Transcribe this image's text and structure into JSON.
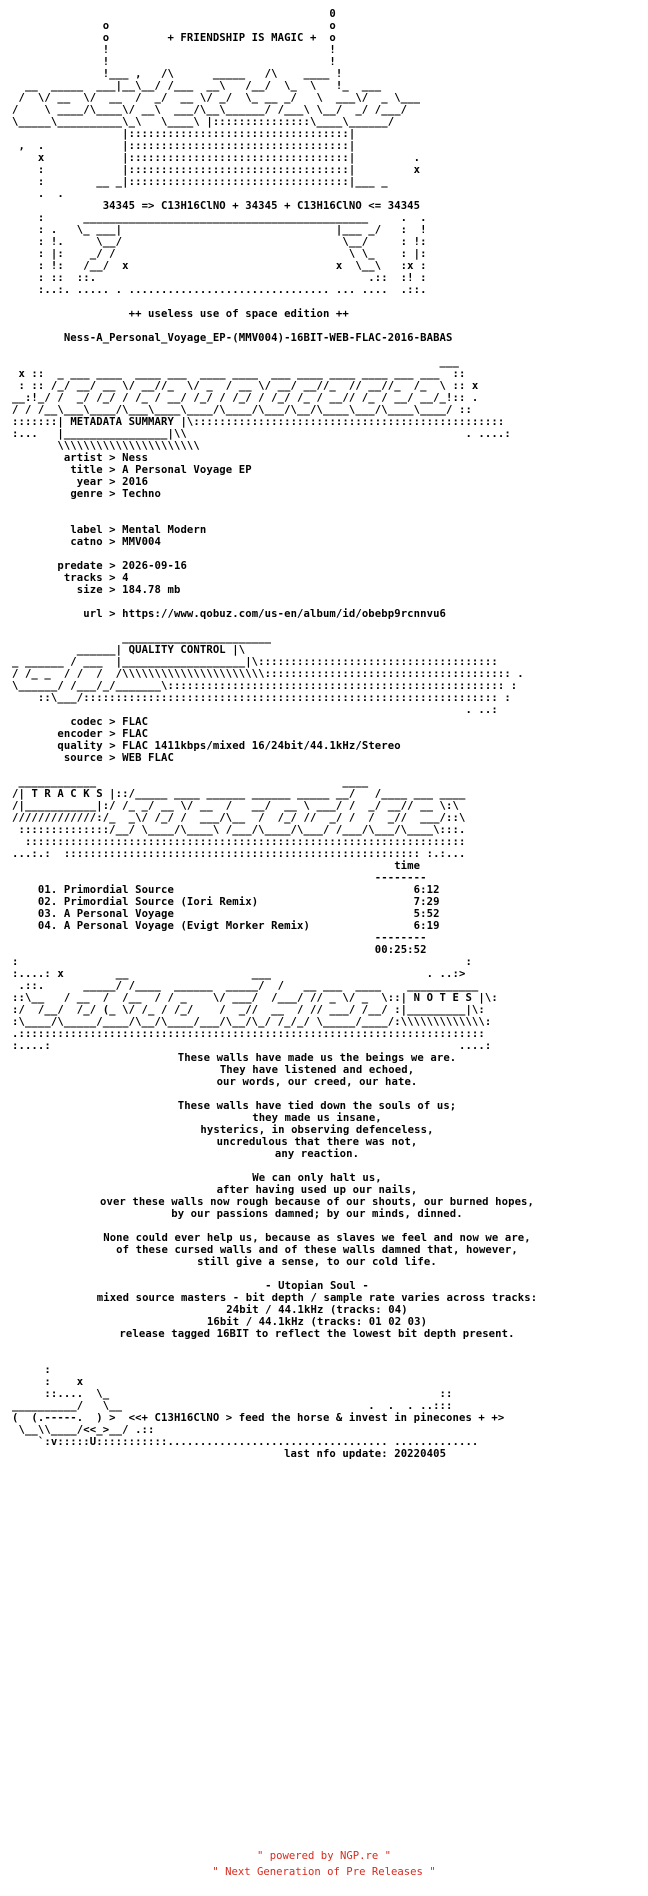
{
  "header": {
    "banner_top": "                                                 0\n              o                                  o\n              o         + FRIENDSHIP IS MAGIC +  o\n              !                                  !\n              !                                  !\n",
    "logo_art": "              !___ ,   /\\      _____   /\\    ____ !\n  __  _____  ___|__\\__/ /___  __\\   /__/  \\_  \\   !_  ___\n /  \\/ __  \\/  __  /  _/  __ \\/ _/  \\_ __ _/   \\  ___\\/  _ \\___\n/    \\ ____/\\____\\/ __\\  ___/\\__\\______/ /___\\ \\__/  _/ /___/\n\\_____\\__________\\_\\   \\____\\ |:::::::::::::::\\____\\______/\n                 |::::::::::::::::::::::::::::::::::|\n ,  .            |::::::::::::::::::::::::::::::::::|\n    x            |::::::::::::::::::::::::::::::::::|         .\n    :            |::::::::::::::::::::::::::::::::::|         x\n    :        __ _|::::::::::::::::::::::::::::::::::|___ _\n    .  .\n",
    "formula": "34345 => C13H16ClNO + 34345 + C13H16ClNO <= 34345",
    "arch_art": "    :      ____________________________________________     .  .\n    : .   \\_ ___|                                 |___ _/   :  !\n    : !.     \\__/                                  \\__/     : !:\n    : |:    _/ /                                    \\ \\_    : |:\n    : !:   /__/  x                                x  \\__\\   :x :\n    : ::  ::.                                          .::  :! :\n    :..:. ..... . ............................... ... ....  .::.\n",
    "edition": "++ useless use of space edition ++",
    "release_name": "Ness-A_Personal_Voyage_EP-(MMV004)-16BIT-WEB-FLAC-2016-BABAS"
  },
  "sections": {
    "metadata_title": "METADATA SUMMARY",
    "quality_title": "QUALITY CONTROL",
    "tracks_title": "T R A C K S",
    "notes_title": "N O T E S"
  },
  "metadata": {
    "artist_label": "artist",
    "artist": "Ness",
    "title_label": "title",
    "title": "A Personal Voyage EP",
    "year_label": "year",
    "year": "2016",
    "genre_label": "genre",
    "genre": "Techno",
    "label_label": "label",
    "label": "Mental Modern",
    "catno_label": "catno",
    "catno": "MMV004",
    "predate_label": "predate",
    "predate": "2026-09-16",
    "tracks_label": "tracks",
    "tracks": "4",
    "size_label": "size",
    "size": "184.78 mb",
    "url_label": "url",
    "url": "https://www.qobuz.com/us-en/album/id/obebp9rcnnvu6"
  },
  "quality": {
    "codec_label": "codec",
    "codec": "FLAC",
    "encoder_label": "encoder",
    "encoder": "FLAC",
    "quality_label": "quality",
    "quality": "FLAC 1411kbps/mixed 16/24bit/44.1kHz/Stereo",
    "source_label": "source",
    "source": "WEB FLAC"
  },
  "tracklist": {
    "time_header": "time",
    "items": [
      {
        "num": "01.",
        "title": "Primordial Source",
        "time": "6:12"
      },
      {
        "num": "02.",
        "title": "Primordial Source (Iori Remix)",
        "time": "7:29"
      },
      {
        "num": "03.",
        "title": "A Personal Voyage",
        "time": "5:52"
      },
      {
        "num": "04.",
        "title": "A Personal Voyage (Evigt Morker Remix)",
        "time": "6:19"
      }
    ],
    "total": "00:25:52"
  },
  "notes": {
    "poem": [
      "These walls have made us the beings we are.",
      "They have listened and echoed,",
      "our words, our creed, our hate.",
      "",
      "These walls have tied down the souls of us;",
      "they made us insane,",
      "hysterics, in observing defenceless,",
      "uncredulous that there was not,",
      "any reaction.",
      "",
      "We can only halt us,",
      "after having used up our nails,",
      "over these walls now rough because of our shouts, our burned hopes,",
      "by our passions damned; by our minds, dinned.",
      "",
      "None could ever help us, because as slaves we feel and now we are,",
      "of these cursed walls and of these walls damned that, however,",
      "still give a sense, to our cold life.",
      "",
      "- Utopian Soul -"
    ],
    "source_note": [
      "mixed source masters - bit depth / sample rate varies across tracks:",
      "24bit / 44.1kHz (tracks: 04)",
      "16bit / 44.1kHz (tracks: 01 02 03)",
      "release tagged 16BIT to reflect the lowest bit depth present."
    ]
  },
  "closing": {
    "tagline": "C13H16ClNO > feed the horse & invest in pinecones +",
    "last_update_label": "last nfo update:",
    "last_update": "20220405"
  },
  "footer": {
    "powered": "\" powered by NGP.re \"",
    "ngp": "\" Next Generation of Pre Releases \""
  },
  "colors": {
    "text": "#000000",
    "footer": "#d62b1f",
    "background": "#ffffff"
  }
}
